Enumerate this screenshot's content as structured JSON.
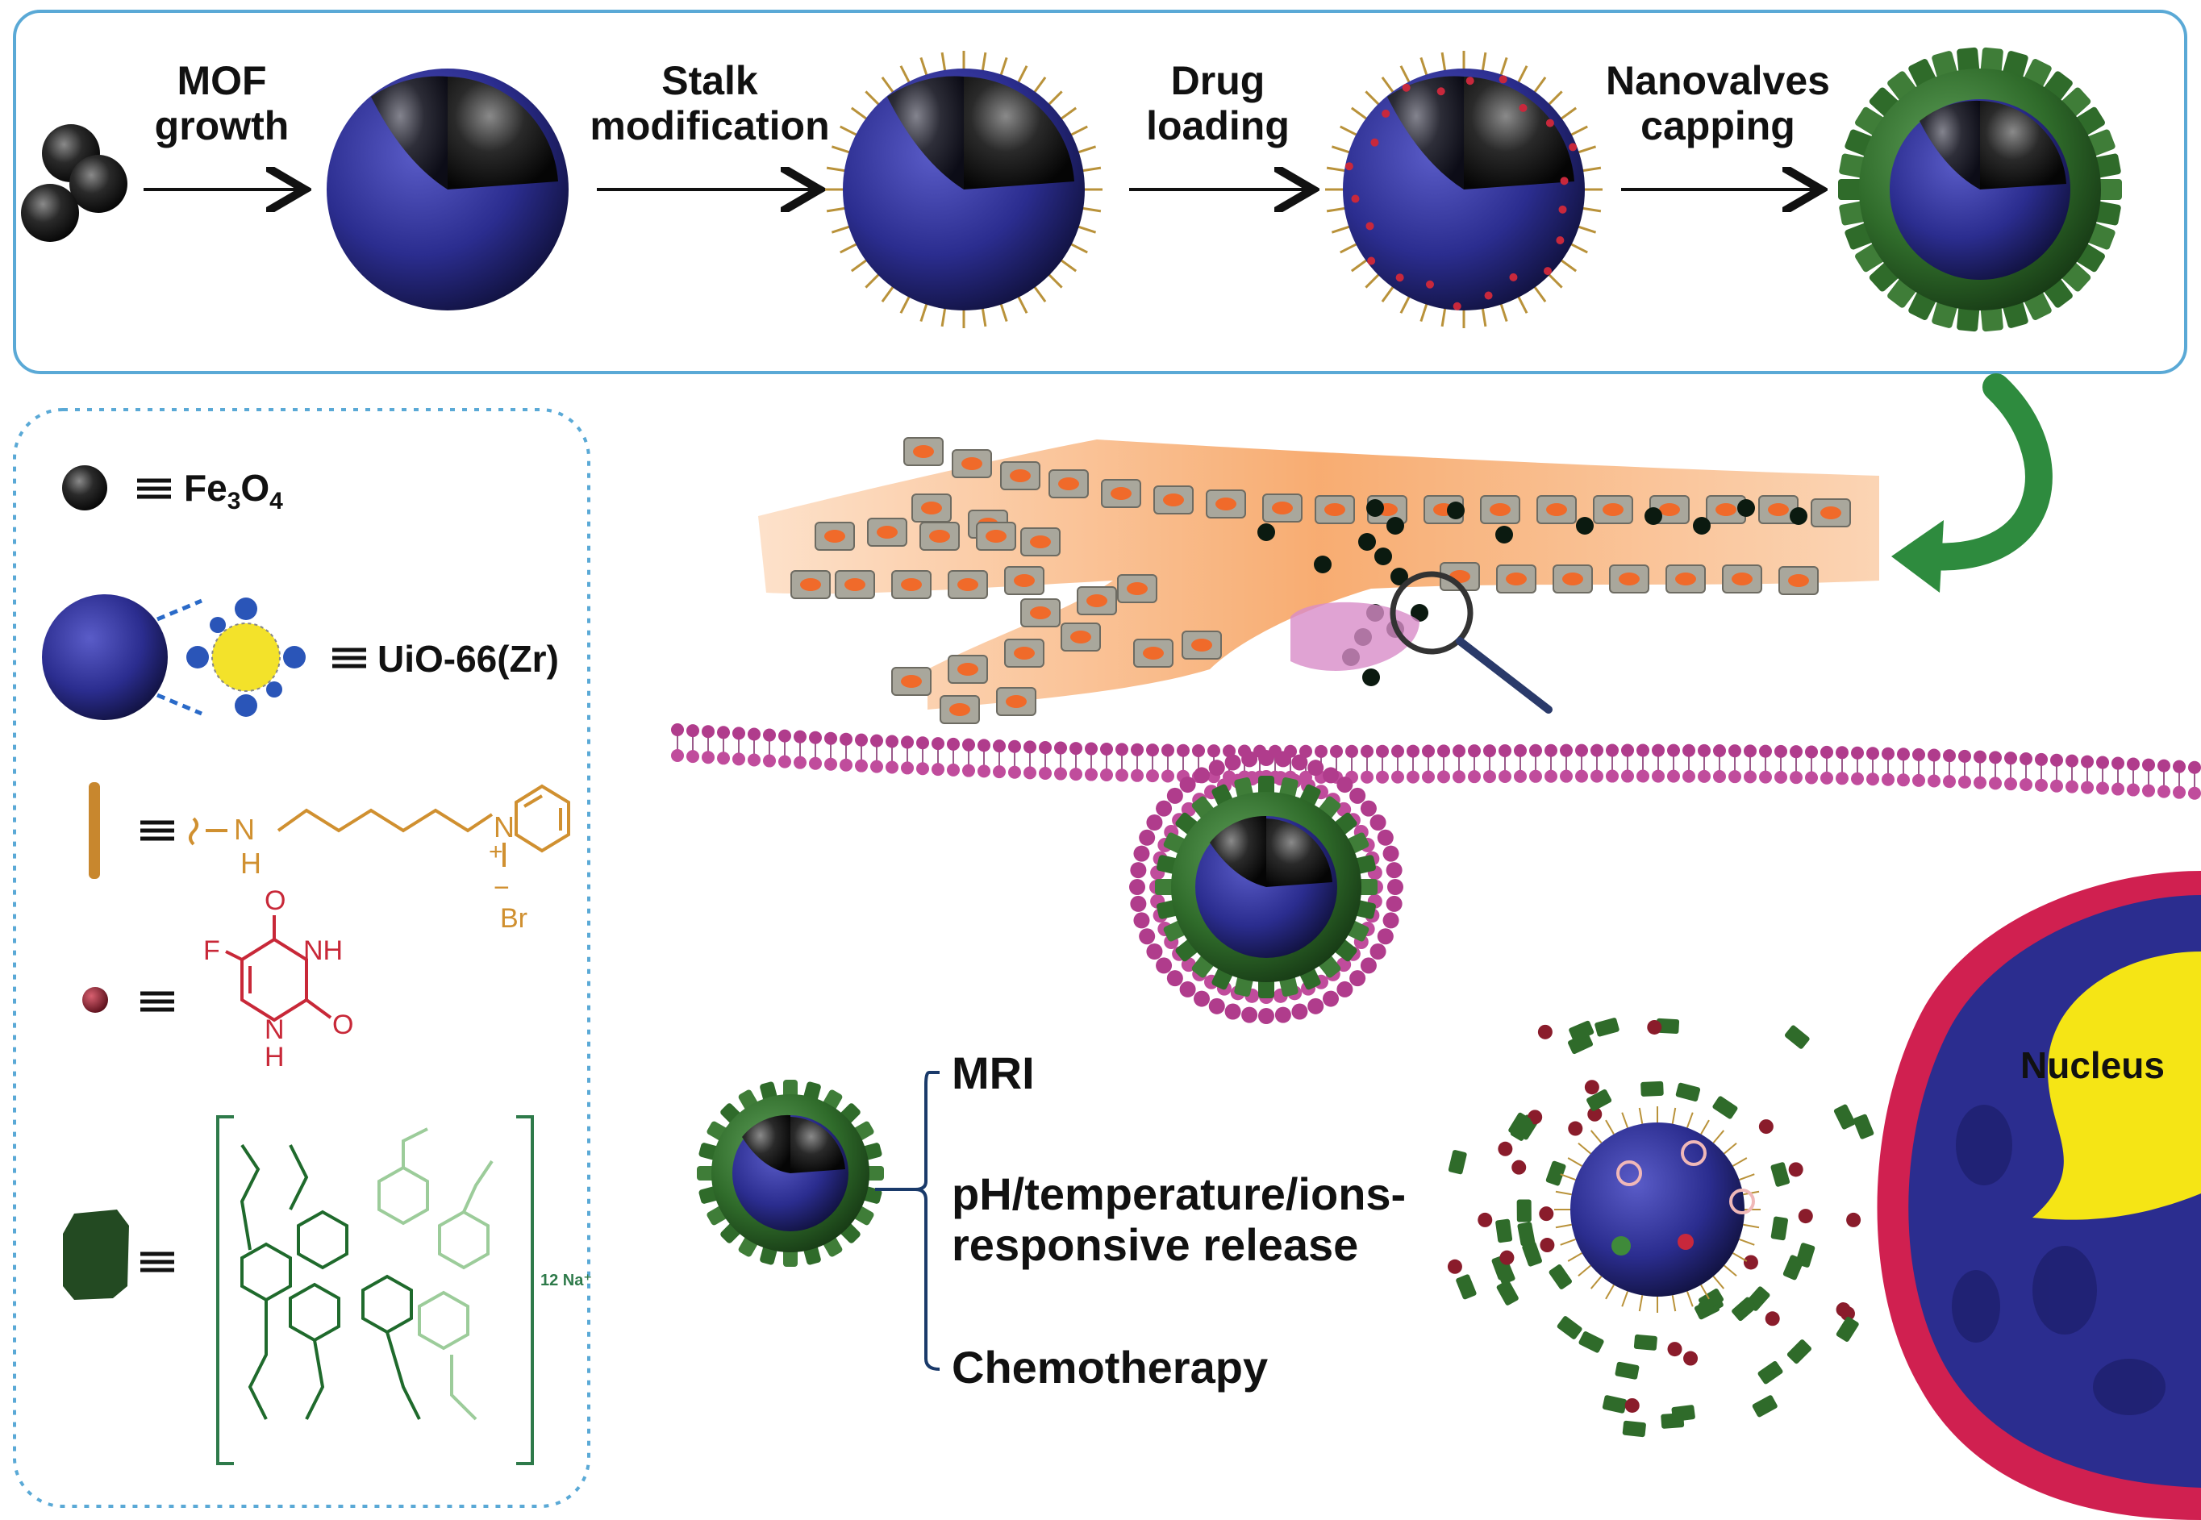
{
  "process": {
    "steps": [
      {
        "label": "MOF\ngrowth"
      },
      {
        "label": "Stalk\nmodification"
      },
      {
        "label": "Drug\nloading"
      },
      {
        "label": "Nanovalves\ncapping"
      }
    ]
  },
  "legend": {
    "fe3o4": {
      "main": "Fe",
      "sub1": "3",
      "mid": "O",
      "sub2": "4"
    },
    "uio66": "UiO-66(Zr)",
    "equiv": "≡",
    "stalk_chem": {
      "nh": "N",
      "h": "H",
      "plus": "+",
      "n": "N",
      "minus": "−",
      "br": "Br"
    },
    "drug_chem": {
      "f": "F",
      "o1": "O",
      "nh": "NH",
      "n": "N",
      "h": "H",
      "o2": "O"
    },
    "valve_chem": {
      "counterion": "12 Na⁺"
    }
  },
  "applications": [
    {
      "label": "MRI"
    },
    {
      "label": "pH/temperature/ions-\nresponsive release"
    },
    {
      "label": "Chemotherapy"
    }
  ],
  "cell": {
    "nucleus_label": "Nucleus"
  },
  "colors": {
    "core": "#1a1a1a",
    "mof": "#2b2d8f",
    "nanovalve": "#2f6b2a",
    "drug": "#8a1c2b",
    "stalk": "#c8872e",
    "membrane": "#b03c8c",
    "frame": "#5aa9d6",
    "vessel": "#f5a56a",
    "cellwall": "#d02050",
    "nucleus": "#f5e515"
  }
}
